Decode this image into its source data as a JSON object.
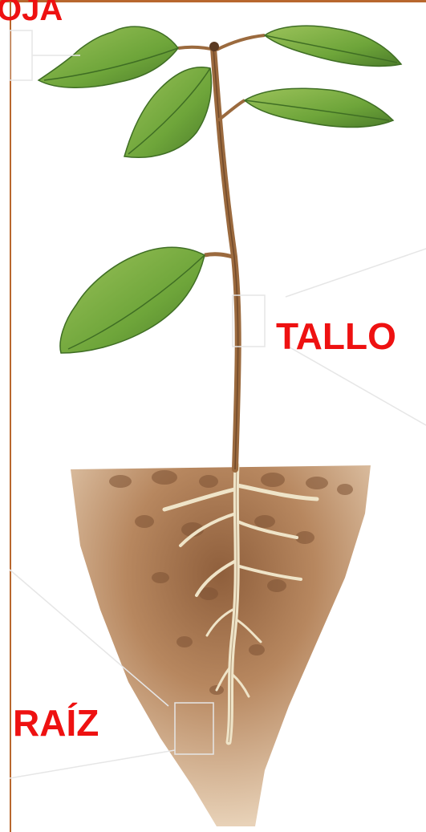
{
  "labels": {
    "hoja": "OJA",
    "tallo": "TALLO",
    "raiz": "RAÍZ"
  },
  "colors": {
    "label": "#ee1111",
    "frame": "#b8672e",
    "leaf": "#6ea53a",
    "leaf_dark": "#3f6e24",
    "stem": "#9b6a3e",
    "soil": "#b98a63",
    "root": "#efe4c8"
  }
}
